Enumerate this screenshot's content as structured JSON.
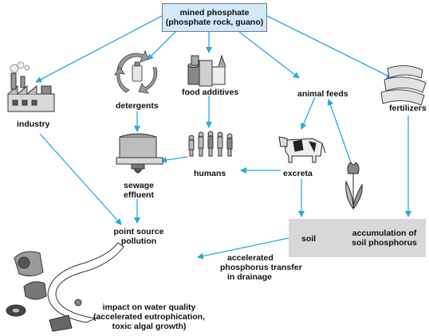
{
  "source": {
    "line1": "mined phosphate",
    "line2": "(phosphate rock, guano)"
  },
  "nodes": {
    "industry": "industry",
    "detergents": "detergents",
    "food_additives": "food additives",
    "animal_feeds": "animal feeds",
    "fertilizers": "fertilizers",
    "humans": "humans",
    "excreta": "excreta",
    "sewage_1": "sewage",
    "sewage_2": "effluent",
    "point_source_1": "point source",
    "point_source_2": "pollution",
    "soil": "soil",
    "accumulation_1": "accumulation of",
    "accumulation_2": "soil phosphorus",
    "transfer_1": "accelerated",
    "transfer_2": "phosphorus transfer",
    "transfer_3": "in drainage",
    "impact_1": "impact on water quality",
    "impact_2": "(accelerated eutrophication,",
    "impact_3": "toxic algal growth)"
  },
  "colors": {
    "arrow": "#29a8e0",
    "source_fill": "#d3e9f8",
    "soil_fill": "#d8d8d8"
  },
  "icons": [
    "factory-icon",
    "recycle-detergent-icon",
    "food-cans-icon",
    "feed-sacks-icon",
    "people-icon",
    "cow-icon",
    "tulip-icon",
    "sewage-outfall-icon",
    "polluted-stream-icon"
  ]
}
